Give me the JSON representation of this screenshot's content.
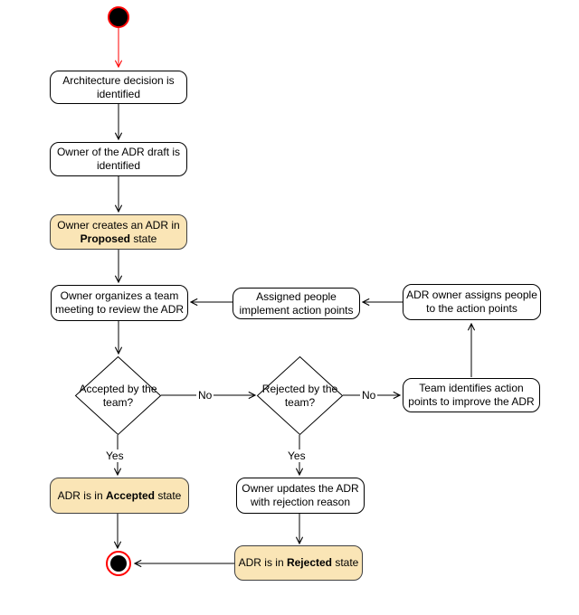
{
  "colors": {
    "background": "#ffffff",
    "activity_fill": "#ffffff",
    "activity_border": "#000000",
    "state_fill": "#fae5b6",
    "state_border": "#404040",
    "connector": "#000000",
    "initial_connector": "#ff0000",
    "terminal_red": "#ff0000",
    "node_black": "#000000"
  },
  "nodes": {
    "arch_decision": {
      "label": "Architecture decision is identified"
    },
    "owner_identified": {
      "label": "Owner of the ADR draft is identified"
    },
    "create_adr": {
      "pre": "Owner creates an ADR in ",
      "bold": "Proposed",
      "post": " state"
    },
    "team_meeting": {
      "label": "Owner organizes a team meeting to review the ADR"
    },
    "implement_points": {
      "label": "Assigned people implement action points"
    },
    "assign_people": {
      "label": "ADR owner assigns people to the action points"
    },
    "accepted_decision": {
      "label": "Accepted by the team?"
    },
    "rejected_decision": {
      "label": "Rejected by the team?"
    },
    "identify_points": {
      "label": "Team identifies action points to improve the ADR"
    },
    "accepted_state": {
      "pre": "ADR is in ",
      "bold": "Accepted",
      "post": " state"
    },
    "update_adr": {
      "label": "Owner updates the ADR with rejection reason"
    },
    "rejected_state": {
      "pre": "ADR is in ",
      "bold": "Rejected",
      "post": " state"
    }
  },
  "edge_labels": {
    "accepted_no": "No",
    "accepted_yes": "Yes",
    "rejected_no": "No",
    "rejected_yes": "Yes"
  }
}
